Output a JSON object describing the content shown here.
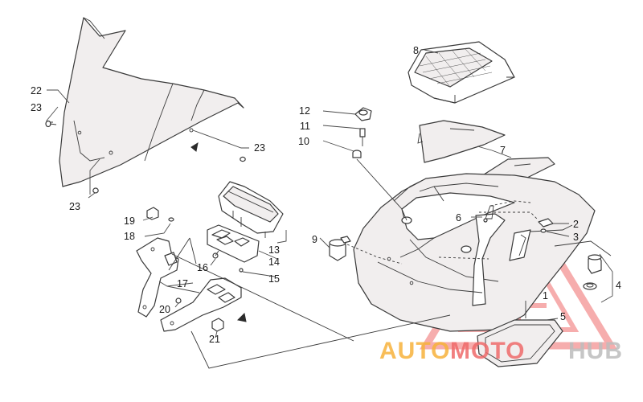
{
  "callouts": [
    {
      "id": "c8",
      "text": "8"
    },
    {
      "id": "c22",
      "text": "22"
    },
    {
      "id": "c23a",
      "text": "23"
    },
    {
      "id": "c23b",
      "text": "23"
    },
    {
      "id": "c23c",
      "text": "23"
    },
    {
      "id": "c12",
      "text": "12"
    },
    {
      "id": "c11",
      "text": "11"
    },
    {
      "id": "c10",
      "text": "10"
    },
    {
      "id": "c7",
      "text": "7"
    },
    {
      "id": "c19",
      "text": "19"
    },
    {
      "id": "c18",
      "text": "18"
    },
    {
      "id": "c13",
      "text": "13"
    },
    {
      "id": "c14",
      "text": "14"
    },
    {
      "id": "c16",
      "text": "16"
    },
    {
      "id": "c15",
      "text": "15"
    },
    {
      "id": "c9",
      "text": "9"
    },
    {
      "id": "c6",
      "text": "6"
    },
    {
      "id": "c2",
      "text": "2"
    },
    {
      "id": "c3",
      "text": "3"
    },
    {
      "id": "c17",
      "text": "17"
    },
    {
      "id": "c4",
      "text": "4"
    },
    {
      "id": "c1",
      "text": "1"
    },
    {
      "id": "c20",
      "text": "20"
    },
    {
      "id": "c5",
      "text": "5"
    },
    {
      "id": "c21",
      "text": "21"
    }
  ],
  "watermark": {
    "part1": "AUTO",
    "part2": "MOTO",
    "part3": "HUB",
    "color_primary": "#f7b23b",
    "color_secondary": "#ef6b6b",
    "color_tertiary": "#c8c8c8"
  }
}
